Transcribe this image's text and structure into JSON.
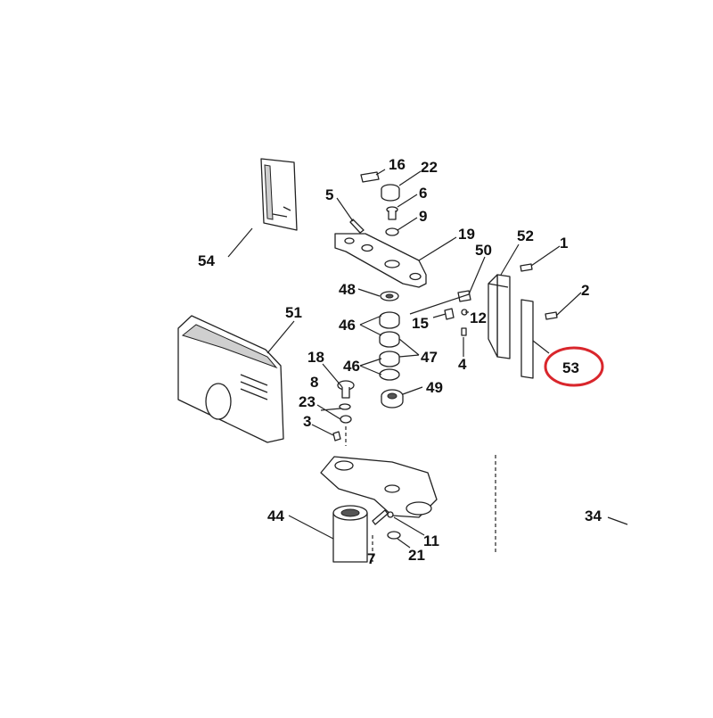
{
  "diagram": {
    "callouts": [
      {
        "id": "16",
        "label": "16"
      },
      {
        "id": "22",
        "label": "22"
      },
      {
        "id": "5",
        "label": "5"
      },
      {
        "id": "6",
        "label": "6"
      },
      {
        "id": "9",
        "label": "9"
      },
      {
        "id": "19",
        "label": "19"
      },
      {
        "id": "54",
        "label": "54"
      },
      {
        "id": "50",
        "label": "50"
      },
      {
        "id": "52",
        "label": "52"
      },
      {
        "id": "1",
        "label": "1"
      },
      {
        "id": "2",
        "label": "2"
      },
      {
        "id": "48",
        "label": "48"
      },
      {
        "id": "46a",
        "label": "46"
      },
      {
        "id": "15",
        "label": "15"
      },
      {
        "id": "12",
        "label": "12"
      },
      {
        "id": "51",
        "label": "51"
      },
      {
        "id": "4",
        "label": "4"
      },
      {
        "id": "53",
        "label": "53"
      },
      {
        "id": "18",
        "label": "18"
      },
      {
        "id": "47",
        "label": "47"
      },
      {
        "id": "46b",
        "label": "46"
      },
      {
        "id": "8",
        "label": "8"
      },
      {
        "id": "49",
        "label": "49"
      },
      {
        "id": "23",
        "label": "23"
      },
      {
        "id": "3",
        "label": "3"
      },
      {
        "id": "44",
        "label": "44"
      },
      {
        "id": "34",
        "label": "34"
      },
      {
        "id": "11",
        "label": "11"
      },
      {
        "id": "7",
        "label": "7"
      },
      {
        "id": "21",
        "label": "21"
      }
    ],
    "highlighted_callout": "53",
    "highlight_color": "#d9262c",
    "line_color": "#222222"
  }
}
